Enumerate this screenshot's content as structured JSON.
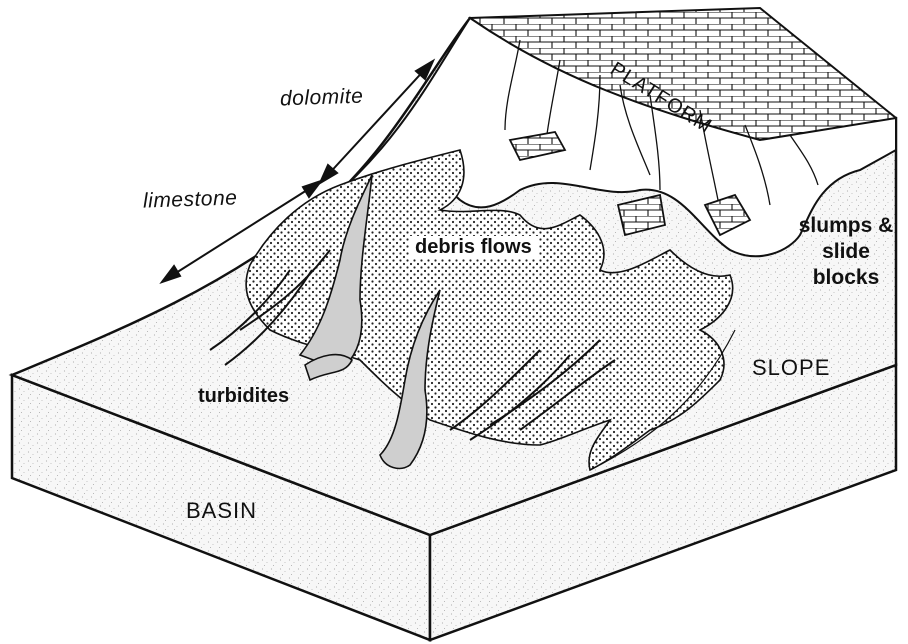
{
  "labels": {
    "dolomite": "dolomite",
    "limestone": "limestone",
    "platform": "PLATFORM",
    "debris_flows": "debris flows",
    "slumps": [
      "slumps &",
      "slide",
      "blocks"
    ],
    "slope": "SLOPE",
    "turbidites": "turbidites",
    "basin": "BASIN"
  },
  "colors": {
    "ink": "#111111",
    "paper": "#ffffff",
    "speckle": "#bdbdbd",
    "turbidite_fill": "#cfcfcf"
  }
}
